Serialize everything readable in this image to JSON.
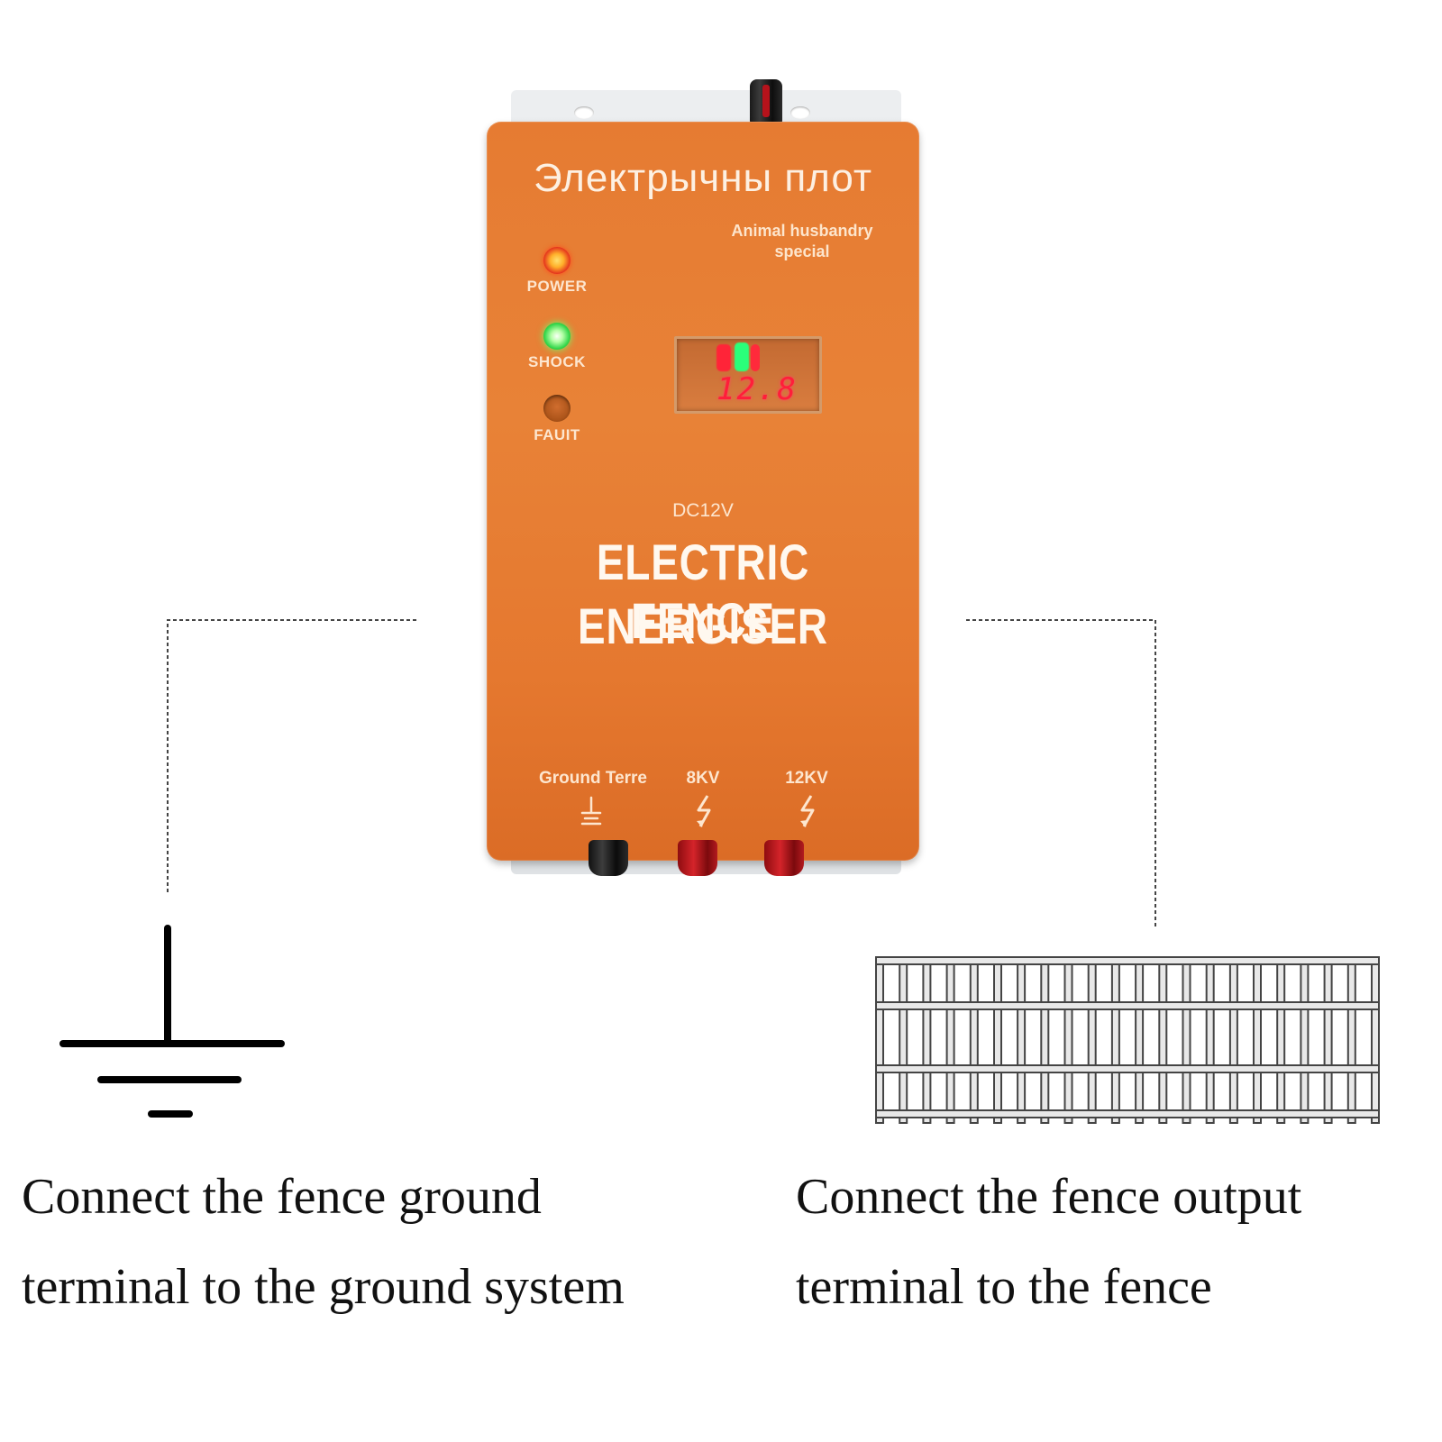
{
  "device": {
    "title": "Электрычны плот",
    "tagline": "Animal husbandry special",
    "indicators": [
      {
        "label": "POWER",
        "state": "on",
        "color": "#ff3a1a"
      },
      {
        "label": "SHOCK",
        "state": "on",
        "color": "#33d64a"
      },
      {
        "label": "FAUIT",
        "state": "off",
        "color": "#a95218"
      }
    ],
    "display_value": "12.8",
    "voltage_label": "DC12V",
    "product_name": [
      "ELECTRIC FENCE",
      "ENERGISER"
    ],
    "terminals": [
      {
        "label": "Ground Terre",
        "symbol": "ground-symbol-icon",
        "post_color": "#111111"
      },
      {
        "label": "8KV",
        "symbol": "lightning-icon",
        "post_color": "#c81e24"
      },
      {
        "label": "12KV",
        "symbol": "lightning-icon",
        "post_color": "#c81e24"
      }
    ],
    "body_color": "#e67b32"
  },
  "captions": {
    "left": [
      "Connect the fence ground",
      "terminal to the ground system"
    ],
    "right": [
      "Connect the fence output",
      "terminal to the fence"
    ]
  },
  "icons": [
    "ground-symbol-icon",
    "fence-icon",
    "lightning-icon"
  ]
}
